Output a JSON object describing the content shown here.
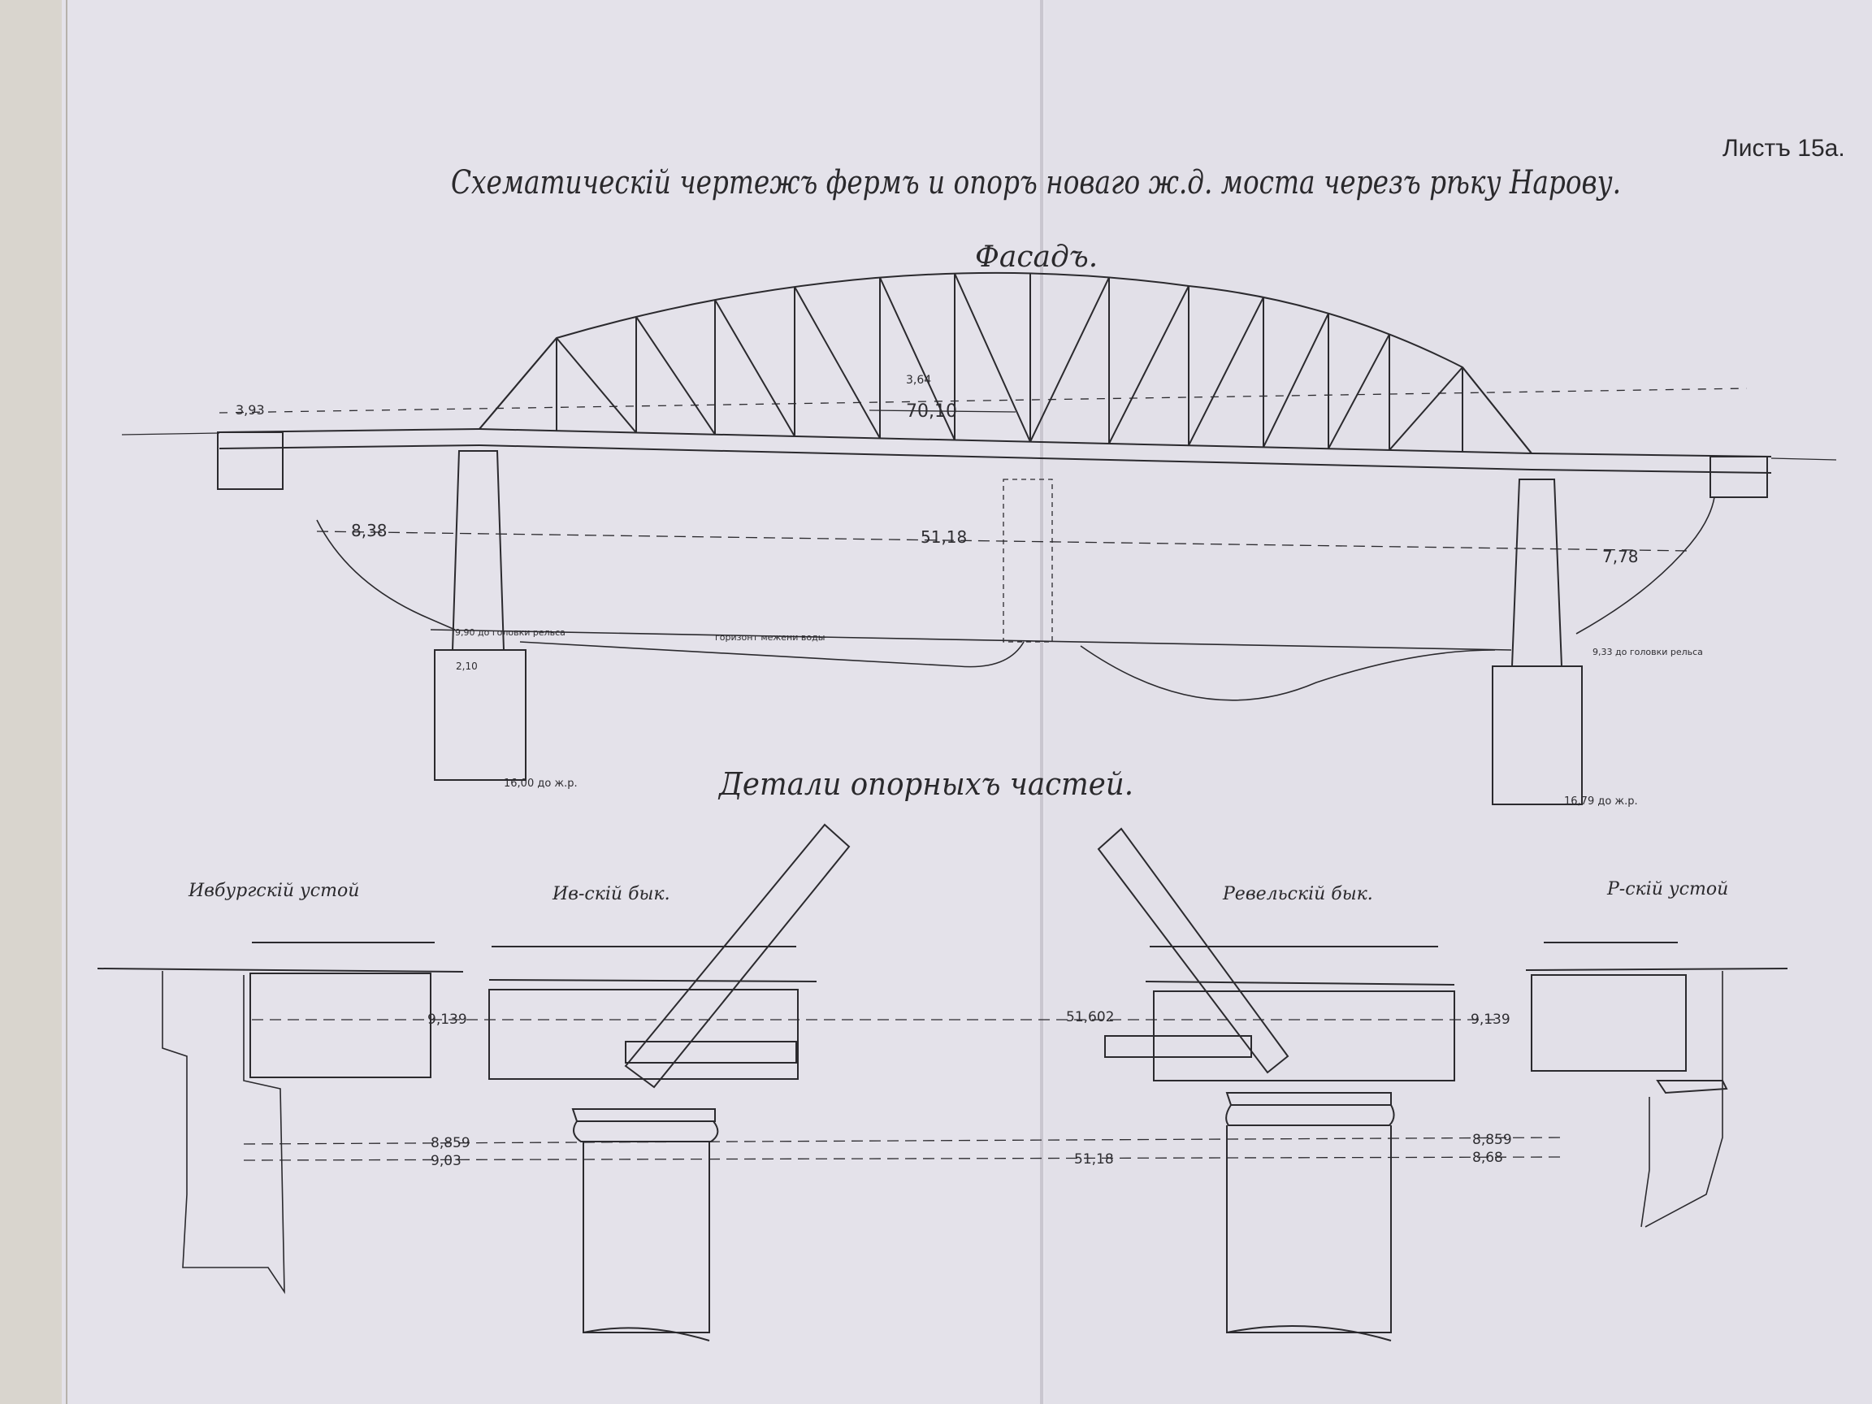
{
  "sheet_label": "Листъ 15а.",
  "title": "Схематическій чертежъ фермъ и опоръ новаго ж.д. моста черезъ рѣку Нарову.",
  "facade_heading": "Фасадъ.",
  "details_heading": "Детали опорныхъ частей.",
  "facade_dimensions": {
    "truss_span_inner": "70,10",
    "left_span": "8,38",
    "main_span": "51,18",
    "right_span": "7,78",
    "left_approach": "3,93",
    "panel": "3,64",
    "left_depth": "16,00 до ж.р.",
    "right_depth": "16,79 до ж.р.",
    "rail_level_left": "9,90 до головки рельса",
    "rail_level_right": "9,33 до головки рельса",
    "pier_width": "2,10",
    "water_note": "горизонт межени воды"
  },
  "detail_labels": {
    "left_abutment": "Ивбургскій устой",
    "left_pier": "Ив-скій бык.",
    "right_pier": "Ревельскій бык.",
    "right_abutment": "Р-скій устой"
  },
  "detail_dimensions": {
    "left_dist": "9,139",
    "center_dist": "51,602",
    "right_dist": "9,139",
    "lower_left_1": "8,859",
    "lower_left_2": "9,03",
    "lower_center": "51,18",
    "lower_right_1": "8,859",
    "lower_right_2": "8,68"
  }
}
